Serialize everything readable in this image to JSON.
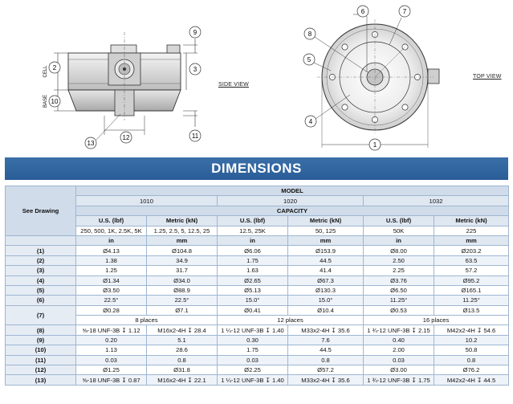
{
  "views": {
    "side": "SIDE VIEW",
    "top": "TOP VIEW"
  },
  "callouts": {
    "c1": "1",
    "c2": "2",
    "c3": "3",
    "c4": "4",
    "c5": "5",
    "c6": "6",
    "c7": "7",
    "c8": "8",
    "c9": "9",
    "c10": "10",
    "c11": "11",
    "c12": "12",
    "c13": "13"
  },
  "side_labels": {
    "cell": "CELL",
    "base": "BASE"
  },
  "title": "DIMENSIONS",
  "table": {
    "see_drawing": "See Drawing",
    "model_label": "MODEL",
    "capacity_label": "CAPACITY",
    "models": [
      "1010",
      "1020",
      "1032"
    ],
    "units": [
      "U.S. (lbf)",
      "Metric (kN)",
      "U.S. (lbf)",
      "Metric (kN)",
      "U.S. (lbf)",
      "Metric (kN)"
    ],
    "capacities": [
      "250, 500, 1K, 2.5K, 5K",
      "1.25, 2.5, 5, 12.5, 25",
      "12.5, 25K",
      "50, 125",
      "50K",
      "225"
    ],
    "dim_units": [
      "in",
      "mm",
      "in",
      "mm",
      "in",
      "mm"
    ],
    "rows_a": [
      {
        "label": "(1)",
        "cells": [
          "Ø4.13",
          "Ø104.8",
          "Ø6.06",
          "Ø153.9",
          "Ø8.00",
          "Ø203.2"
        ]
      },
      {
        "label": "(2)",
        "cells": [
          "1.38",
          "34.9",
          "1.75",
          "44.5",
          "2.50",
          "63.5"
        ]
      },
      {
        "label": "(3)",
        "cells": [
          "1.25",
          "31.7",
          "1.63",
          "41.4",
          "2.25",
          "57.2"
        ]
      },
      {
        "label": "(4)",
        "cells": [
          "Ø1.34",
          "Ø34.0",
          "Ø2.65",
          "Ø67.3",
          "Ø3.76",
          "Ø95.2"
        ]
      },
      {
        "label": "(5)",
        "cells": [
          "Ø3.50",
          "Ø88.9",
          "Ø5.13",
          "Ø130.3",
          "Ø6.50",
          "Ø165.1"
        ]
      },
      {
        "label": "(6)",
        "cells": [
          "22.5°",
          "22.5°",
          "15.0°",
          "15.0°",
          "11.25°",
          "11.25°"
        ]
      }
    ],
    "row7": {
      "label": "(7)",
      "cells": [
        "Ø0.28",
        "Ø7.1",
        "Ø0.41",
        "Ø10.4",
        "Ø0.53",
        "Ø13.5"
      ],
      "places": [
        "8 places",
        "12 places",
        "16 places"
      ]
    },
    "rows_b": [
      {
        "label": "(8)",
        "cells": [
          "⅝-18 UNF-3B ↧ 1.12",
          "M16x2-4H ↧ 28.4",
          "1 ¼-12 UNF-3B ↧ 1.40",
          "M33x2-4H ↧ 35.6",
          "1 ¾-12 UNF-3B ↧ 2.15",
          "M42x2-4H ↧ 54.6"
        ]
      },
      {
        "label": "(9)",
        "cells": [
          "0.20",
          "5.1",
          "0.30",
          "7.6",
          "0.40",
          "10.2"
        ]
      },
      {
        "label": "(10)",
        "cells": [
          "1.13",
          "28.6",
          "1.75",
          "44.5",
          "2.00",
          "50.8"
        ]
      },
      {
        "label": "(11)",
        "cells": [
          "0.03",
          "0.8",
          "0.03",
          "0.8",
          "0.03",
          "0.8"
        ]
      },
      {
        "label": "(12)",
        "cells": [
          "Ø1.25",
          "Ø31.8",
          "Ø2.25",
          "Ø57.2",
          "Ø3.00",
          "Ø76.2"
        ]
      },
      {
        "label": "(13)",
        "cells": [
          "⅝-18 UNF-3B ↧ 0.87",
          "M16x2-4H ↧ 22.1",
          "1 ¼-12 UNF-3B ↧ 1.40",
          "M33x2-4H ↧ 35.6",
          "1 ¾-12 UNF-3B ↧ 1.75",
          "M42x2-4H ↧ 44.5"
        ]
      }
    ]
  }
}
